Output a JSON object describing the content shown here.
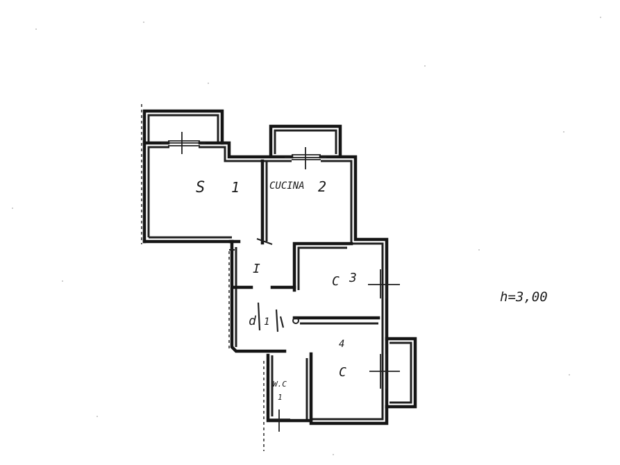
{
  "rooms": {
    "soggiorno_s": "S",
    "soggiorno_n": "1",
    "cucina": "CUCINA",
    "cucina_n": "2",
    "ingresso": "I",
    "camera1": "C",
    "camera1_n": "3",
    "disimpegno": "d",
    "disimpegno_n": "1",
    "camera2_n": "4",
    "camera2": "C",
    "wc": "W.C",
    "wc_sub": "1"
  },
  "height_note": "h=3,00",
  "colors": {
    "ink": "#151515",
    "paper": "#ffffff"
  }
}
